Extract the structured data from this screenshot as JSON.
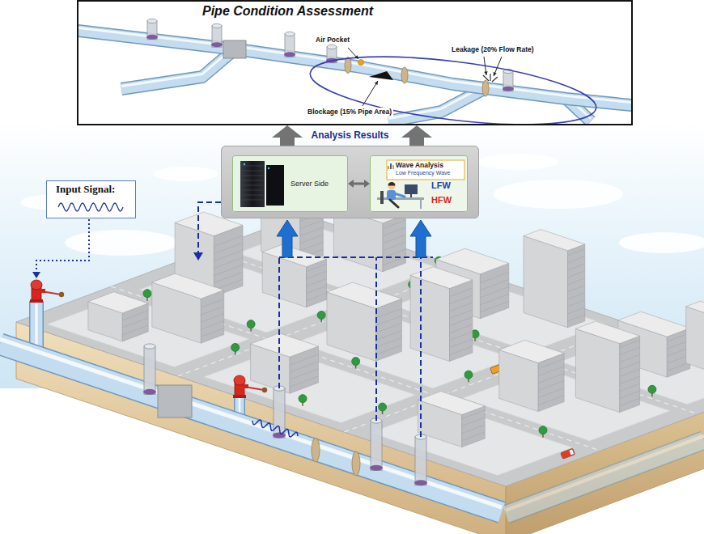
{
  "diagram": {
    "nodes": [
      {
        "text": [
          "Pipe Condition Assessment"
        ]
      },
      {
        "text": [
          "Analysis Results"
        ]
      },
      {
        "text": [
          "Server Side"
        ],
        "in": 1
      },
      {
        "text": [
          "Wave Analysis",
          "Low Frequency Wave",
          "LFW",
          "HFW"
        ],
        "in": 1
      },
      {
        "text": [
          "Input Signal:"
        ]
      }
    ],
    "edges": [
      {
        "from": 1,
        "to": 0,
        "arrow": "to"
      },
      {
        "from": 1,
        "to": 0,
        "arrow": "to"
      },
      {
        "from": 2,
        "to": 3,
        "arrow": "both"
      }
    ],
    "labels": [
      "Air Pocket",
      "Blockage (15% Pipe Area)",
      "Leakage (20% Flow Rate)"
    ]
  }
}
